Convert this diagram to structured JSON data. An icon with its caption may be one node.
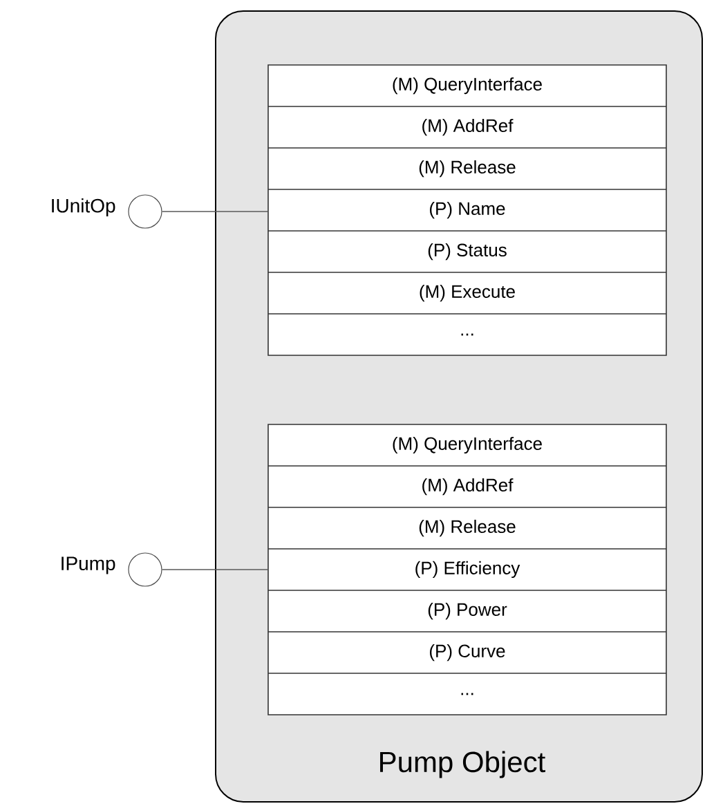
{
  "diagram": {
    "nodes": [
      {
        "text": [
          "Pump Object"
        ]
      },
      {
        "text": [
          "(M) QueryInterface",
          "(M) AddRef",
          "(M) Release",
          "(P) Name",
          "(P) Status",
          "(M) Execute",
          "..."
        ],
        "in": 0
      },
      {
        "text": [
          "(M) QueryInterface",
          "(M) AddRef",
          "(M) Release",
          "(P) Efficiency",
          "(P) Power",
          "(P) Curve",
          "..."
        ],
        "in": 0
      },
      {
        "text": [],
        "shape": "circle",
        "beside": [
          "IUnitOp"
        ]
      },
      {
        "text": [],
        "shape": "circle",
        "beside": [
          "IPump"
        ]
      }
    ],
    "edges": [
      {
        "from": 3,
        "to": 1,
        "arrow": "none"
      },
      {
        "from": 4,
        "to": 2,
        "arrow": "none"
      }
    ]
  }
}
